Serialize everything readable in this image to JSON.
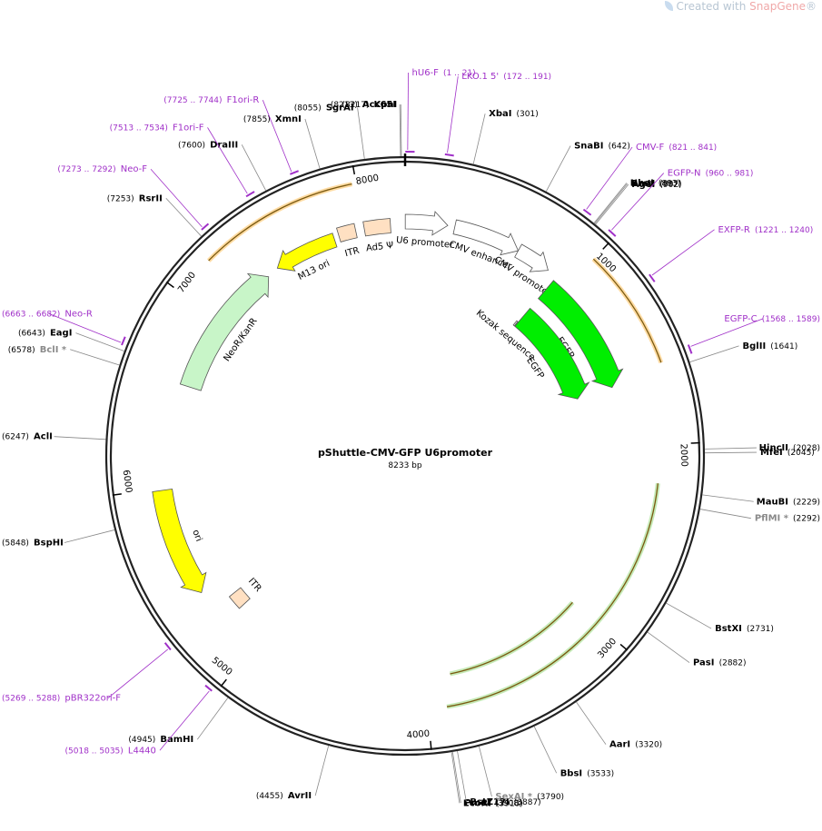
{
  "watermark": {
    "prefix": "Created with ",
    "brand": "SnapGene",
    "suffix": "®"
  },
  "plasmid": {
    "name": "pShuttle-CMV-GFP U6promoter",
    "size": "8233 bp",
    "length": 8233
  },
  "colors": {
    "backbone": "#222222",
    "primer": "#a030c8",
    "leader": "#888888"
  },
  "ticks": [
    {
      "pos": 1000,
      "label": "1000"
    },
    {
      "pos": 2000,
      "label": "2000"
    },
    {
      "pos": 3000,
      "label": "3000"
    },
    {
      "pos": 4000,
      "label": "4000"
    },
    {
      "pos": 5000,
      "label": "5000"
    },
    {
      "pos": 6000,
      "label": "6000"
    },
    {
      "pos": 7000,
      "label": "7000"
    },
    {
      "pos": 8000,
      "label": "8000"
    }
  ],
  "sites": [
    {
      "name": "KpnI",
      "pos": "(8217)",
      "bp": 8217,
      "dim": false
    },
    {
      "name": "Acc65I",
      "pos": "(8213)",
      "bp": 8213,
      "dim": false
    },
    {
      "name": "SgrAI",
      "pos": "(8055)",
      "bp": 8055,
      "dim": false
    },
    {
      "name": "XmnI",
      "pos": "(7855)",
      "bp": 7855,
      "dim": false
    },
    {
      "name": "DraIII",
      "pos": "(7600)",
      "bp": 7600,
      "dim": false
    },
    {
      "name": "RsrII",
      "pos": "(7253)",
      "bp": 7253,
      "dim": false
    },
    {
      "name": "EagI",
      "pos": "(6643)",
      "bp": 6643,
      "dim": false
    },
    {
      "name": "BclI *",
      "pos": "(6578)",
      "bp": 6578,
      "dim": true
    },
    {
      "name": "AclI",
      "pos": "(6247)",
      "bp": 6247,
      "dim": false
    },
    {
      "name": "BspHI",
      "pos": "(5848)",
      "bp": 5848,
      "dim": false
    },
    {
      "name": "BamHI",
      "pos": "(4945)",
      "bp": 4945,
      "dim": false
    },
    {
      "name": "AvrII",
      "pos": "(4455)",
      "bp": 4455,
      "dim": false
    },
    {
      "name": "EcoRI",
      "pos": "(3913)",
      "bp": 3913,
      "dim": false
    },
    {
      "name": "PmeI",
      "pos": "(3908)",
      "bp": 3908,
      "dim": false
    },
    {
      "name": "BstZ17I",
      "pos": "(3887)",
      "bp": 3887,
      "dim": false
    },
    {
      "name": "SexAI *",
      "pos": "(3790)",
      "bp": 3790,
      "dim": true
    },
    {
      "name": "BbsI",
      "pos": "(3533)",
      "bp": 3533,
      "dim": false
    },
    {
      "name": "AarI",
      "pos": "(3320)",
      "bp": 3320,
      "dim": false
    },
    {
      "name": "PasI",
      "pos": "(2882)",
      "bp": 2882,
      "dim": false
    },
    {
      "name": "BstXI",
      "pos": "(2731)",
      "bp": 2731,
      "dim": false
    },
    {
      "name": "PflMI *",
      "pos": "(2292)",
      "bp": 2292,
      "dim": true
    },
    {
      "name": "MauBI",
      "pos": "(2229)",
      "bp": 2229,
      "dim": false
    },
    {
      "name": "MfeI",
      "pos": "(2045)",
      "bp": 2045,
      "dim": false
    },
    {
      "name": "HincII",
      "pos": "(2028)",
      "bp": 2028,
      "dim": false
    },
    {
      "name": "BglII",
      "pos": "(1641)",
      "bp": 1641,
      "dim": false
    },
    {
      "name": "AgeI",
      "pos": "(902)",
      "bp": 902,
      "dim": false
    },
    {
      "name": "BmtI",
      "pos": "(897)",
      "bp": 897,
      "dim": false
    },
    {
      "name": "NheI",
      "pos": "(893)",
      "bp": 893,
      "dim": false
    },
    {
      "name": "SnaBI",
      "pos": "(642)",
      "bp": 642,
      "dim": false
    },
    {
      "name": "XbaI",
      "pos": "(301)",
      "bp": 301,
      "dim": false
    }
  ],
  "primers": [
    {
      "name": "hU6-F",
      "range": "(1 .. 21)",
      "start": 1,
      "end": 21
    },
    {
      "name": "LKO.1 5'",
      "range": "(172 .. 191)",
      "start": 172,
      "end": 191
    },
    {
      "name": "CMV-F",
      "range": "(821 .. 841)",
      "start": 821,
      "end": 841
    },
    {
      "name": "EGFP-N",
      "range": "(960 .. 981)",
      "start": 960,
      "end": 981
    },
    {
      "name": "EXFP-R",
      "range": "(1221 .. 1240)",
      "start": 1221,
      "end": 1240
    },
    {
      "name": "EGFP-C",
      "range": "(1568 .. 1589)",
      "start": 1568,
      "end": 1589
    },
    {
      "name": "F1ori-R",
      "range": "(7725 .. 7744)",
      "start": 7725,
      "end": 7744
    },
    {
      "name": "F1ori-F",
      "range": "(7513 .. 7534)",
      "start": 7513,
      "end": 7534
    },
    {
      "name": "Neo-F",
      "range": "(7273 .. 7292)",
      "start": 7273,
      "end": 7292
    },
    {
      "name": "Neo-R",
      "range": "(6663 .. 6682)",
      "start": 6663,
      "end": 6682
    },
    {
      "name": "pBR322ori-F",
      "range": "(5269 .. 5288)",
      "start": 5269,
      "end": 5288
    },
    {
      "name": "L4440",
      "range": "(5018 .. 5035)",
      "start": 5018,
      "end": 5035
    }
  ],
  "features": [
    {
      "name": "U6 promoter",
      "start": 1,
      "end": 240,
      "color": "#ffffff",
      "dir": 1
    },
    {
      "name": "CMV enhancer",
      "start": 280,
      "end": 660,
      "color": "#ffffff",
      "dir": 1
    },
    {
      "name": "CMV promoter",
      "start": 660,
      "end": 860,
      "color": "#ffffff",
      "dir": 1
    },
    {
      "name": "EGFP",
      "start": 920,
      "end": 1640,
      "color": "#00ee00",
      "dir": 1
    },
    {
      "name": "EGFP",
      "start": 920,
      "end": 1640,
      "color": "#00ee00",
      "dir": 1
    },
    {
      "name": "Kozak sequence",
      "start": 905,
      "end": 915,
      "color": "#ffffff",
      "dir": 0
    },
    {
      "name": "Ad5 Ψ",
      "start": 8000,
      "end": 8150,
      "color": "#ffe0c2",
      "dir": 0
    },
    {
      "name": "ITR",
      "start": 7850,
      "end": 7950,
      "color": "#ffe0c2",
      "dir": 0
    },
    {
      "name": "M13 ori",
      "start": 7450,
      "end": 7820,
      "color": "#ffff00",
      "dir": -1
    },
    {
      "name": "NeoR/KanR",
      "start": 6580,
      "end": 7380,
      "color": "#c8f5c8",
      "dir": 1
    },
    {
      "name": "ori",
      "start": 5400,
      "end": 5990,
      "color": "#ffff00",
      "dir": -1
    },
    {
      "name": "ITR",
      "start": 5200,
      "end": 5290,
      "color": "#ffe0c2",
      "dir": 0
    }
  ]
}
